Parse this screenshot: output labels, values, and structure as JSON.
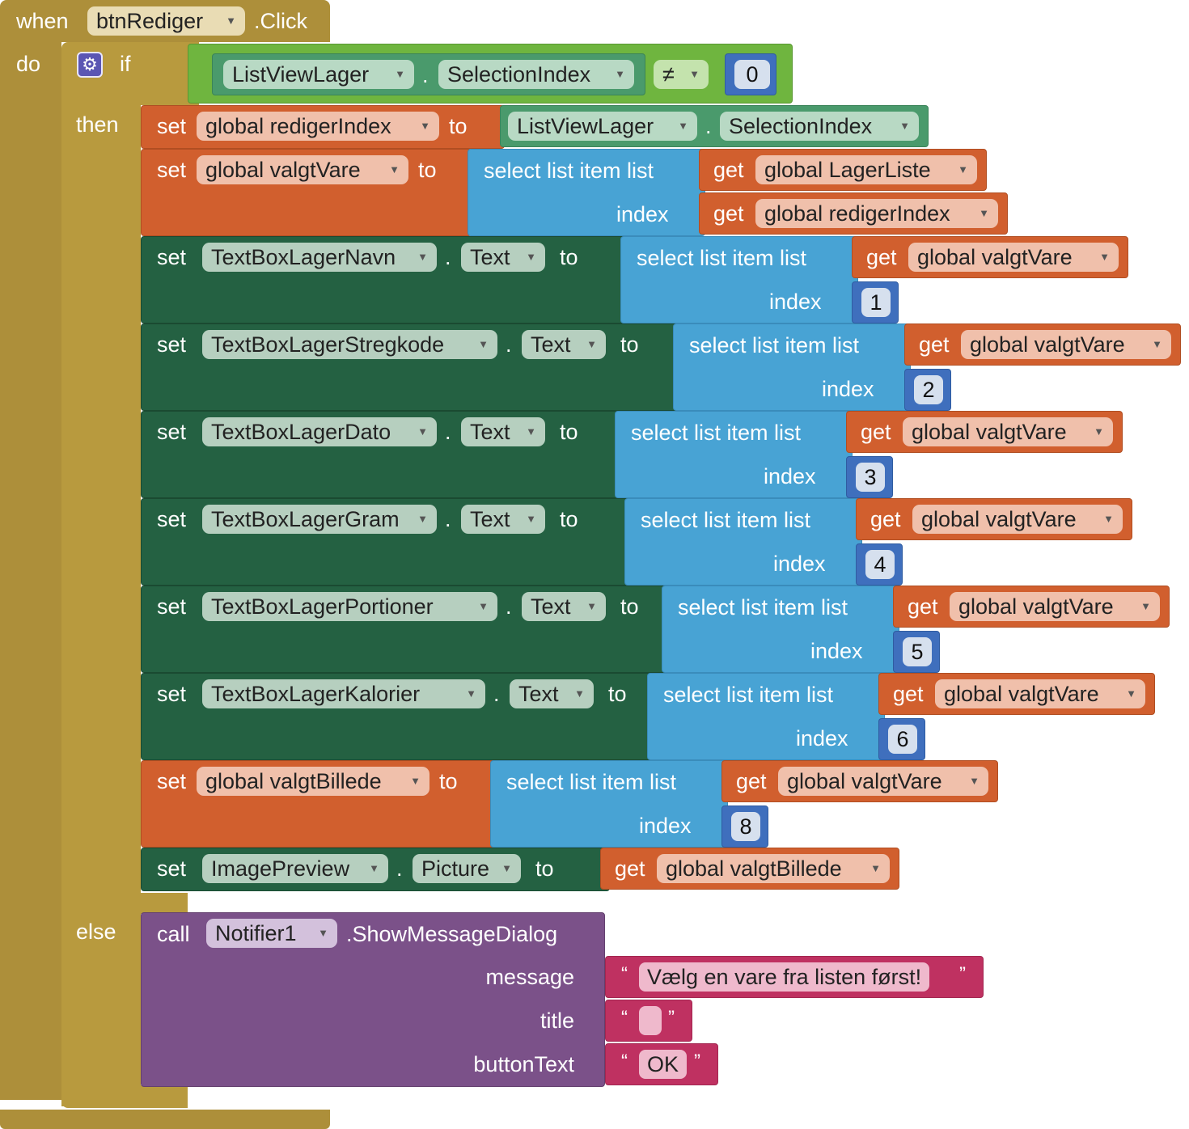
{
  "event": {
    "when_label": "when",
    "component": "btnRediger",
    "event_name": ".Click",
    "do_label": "do"
  },
  "if_block": {
    "if_label": "if",
    "then_label": "then",
    "else_label": "else",
    "condition": {
      "component": "ListViewLager",
      "dot": ".",
      "property": "SelectionIndex",
      "operator": "≠",
      "value": "0"
    }
  },
  "keywords": {
    "set": "set",
    "to": "to",
    "get": "get",
    "select_list_item": "select list item",
    "list": "list",
    "index": "index",
    "call": "call",
    "dot": "."
  },
  "then_statements": [
    {
      "kind": "global",
      "var": "global redigerIndex",
      "value_component": "ListViewLager",
      "value_property": "SelectionIndex"
    },
    {
      "kind": "global_select",
      "var": "global valgtVare",
      "list_var": "global LagerListe",
      "index_var": "global redigerIndex"
    },
    {
      "kind": "component_select",
      "component": "TextBoxLagerNavn",
      "property": "Text",
      "list_var": "global valgtVare",
      "index": "1"
    },
    {
      "kind": "component_select",
      "component": "TextBoxLagerStregkode",
      "property": "Text",
      "list_var": "global valgtVare",
      "index": "2"
    },
    {
      "kind": "component_select",
      "component": "TextBoxLagerDato",
      "property": "Text",
      "list_var": "global valgtVare",
      "index": "3"
    },
    {
      "kind": "component_select",
      "component": "TextBoxLagerGram",
      "property": "Text",
      "list_var": "global valgtVare",
      "index": "4"
    },
    {
      "kind": "component_select",
      "component": "TextBoxLagerPortioner",
      "property": "Text",
      "list_var": "global valgtVare",
      "index": "5"
    },
    {
      "kind": "component_select",
      "component": "TextBoxLagerKalorier",
      "property": "Text",
      "list_var": "global valgtVare",
      "index": "6"
    },
    {
      "kind": "global_select",
      "var": "global valgtBillede",
      "list_var": "global valgtVare",
      "index": "8"
    },
    {
      "kind": "component_get",
      "component": "ImagePreview",
      "property": "Picture",
      "get_var": "global valgtBillede"
    }
  ],
  "else_statement": {
    "component": "Notifier1",
    "method": ".ShowMessageDialog",
    "args": [
      {
        "label": "message",
        "value": "Vælg en vare fra listen først!"
      },
      {
        "label": "title",
        "value": ""
      },
      {
        "label": "buttonText",
        "value": "OK"
      }
    ],
    "open_quote": "“",
    "close_quote": "”"
  },
  "colors": {
    "event": "#ad8f3a",
    "variables": "#d15f2e",
    "component_setter": "#246142",
    "lists": "#48a3d4",
    "math": "#3f6fbd",
    "logic": "#6fb53f",
    "procedure_call": "#7b5189",
    "text": "#bf3161"
  },
  "icons": {
    "mutator": "gear-icon",
    "dropdown": "chevron-down-icon"
  }
}
